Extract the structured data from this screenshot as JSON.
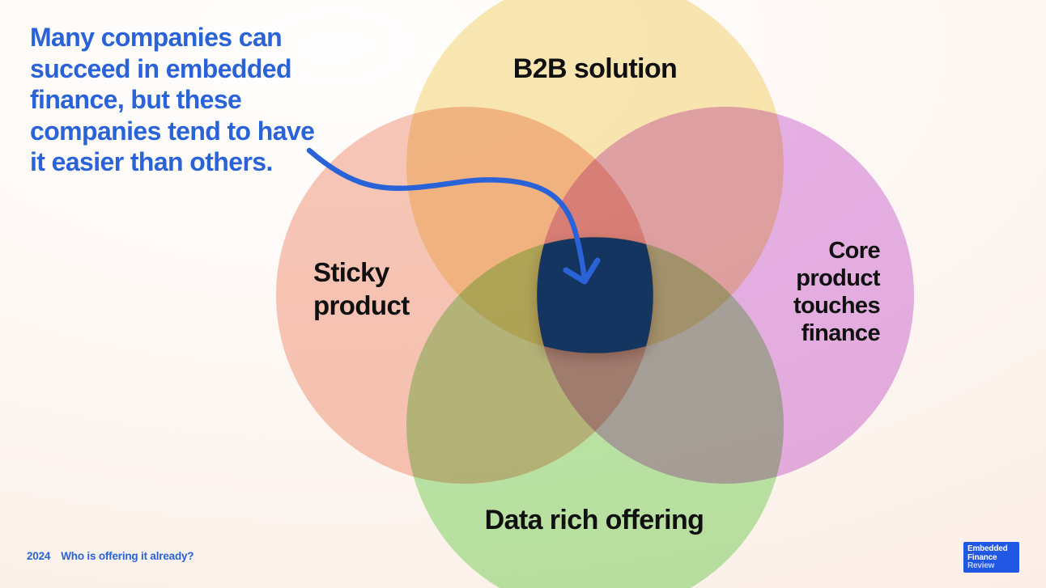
{
  "headline": "Many companies can succeed in embedded finance, but these companies tend to have it easier than others.",
  "venn": {
    "circles": {
      "top": {
        "label": "B2B solution",
        "color": "#f9e9b4"
      },
      "left": {
        "lines": [
          "Sticky",
          "product"
        ],
        "color": "#f7c8ba"
      },
      "right": {
        "lines": [
          "Core",
          "product",
          "touches",
          "finance"
        ],
        "color": "#e5b3ec"
      },
      "bottom": {
        "label": "Data rich offering",
        "color": "#baebad"
      }
    },
    "center": {
      "name": "all-four-overlap",
      "color": "#143560"
    },
    "arrow": {
      "color": "#2a63d8"
    }
  },
  "footer": {
    "year": "2024",
    "question": "Who is offering it already?"
  },
  "logo": {
    "lines": [
      "Embedded",
      "Finance",
      "Review"
    ],
    "bg_color": "#2257e3"
  },
  "accent_color": "#2a63d8"
}
